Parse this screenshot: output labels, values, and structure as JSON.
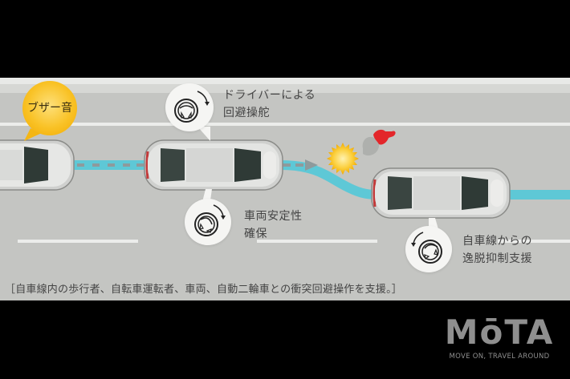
{
  "diagram": {
    "title_caption": "［自車線内の歩行者、自転車運転者、車両、自動二輪車との衝突回避操作を支援。］",
    "callouts": [
      {
        "id": "buzzer",
        "text": "ブザー音",
        "color": "#f9c226"
      },
      {
        "id": "driver-steering",
        "lines": [
          "ドライバーによる",
          "回避操舵"
        ],
        "icon": "steering-wheel-clockwise-icon"
      },
      {
        "id": "vehicle-stability",
        "lines": [
          "車両安定性",
          "確保"
        ],
        "icon": "steering-wheel-clockwise-icon"
      },
      {
        "id": "lane-departure",
        "lines": [
          "自車線からの",
          "逸脱抑制支援"
        ],
        "icon": "steering-wheel-counterclockwise-icon"
      }
    ],
    "elements": {
      "cars": [
        "car-approaching",
        "car-avoiding",
        "car-returning"
      ],
      "obstacle": "pedestrian-figure",
      "warning": "caution-burst",
      "path_color": "#5ec8d6"
    }
  },
  "branding": {
    "logo": "MōTA",
    "tagline": "MOVE ON, TRAVEL AROUND",
    "color": "#8f8f8f"
  }
}
